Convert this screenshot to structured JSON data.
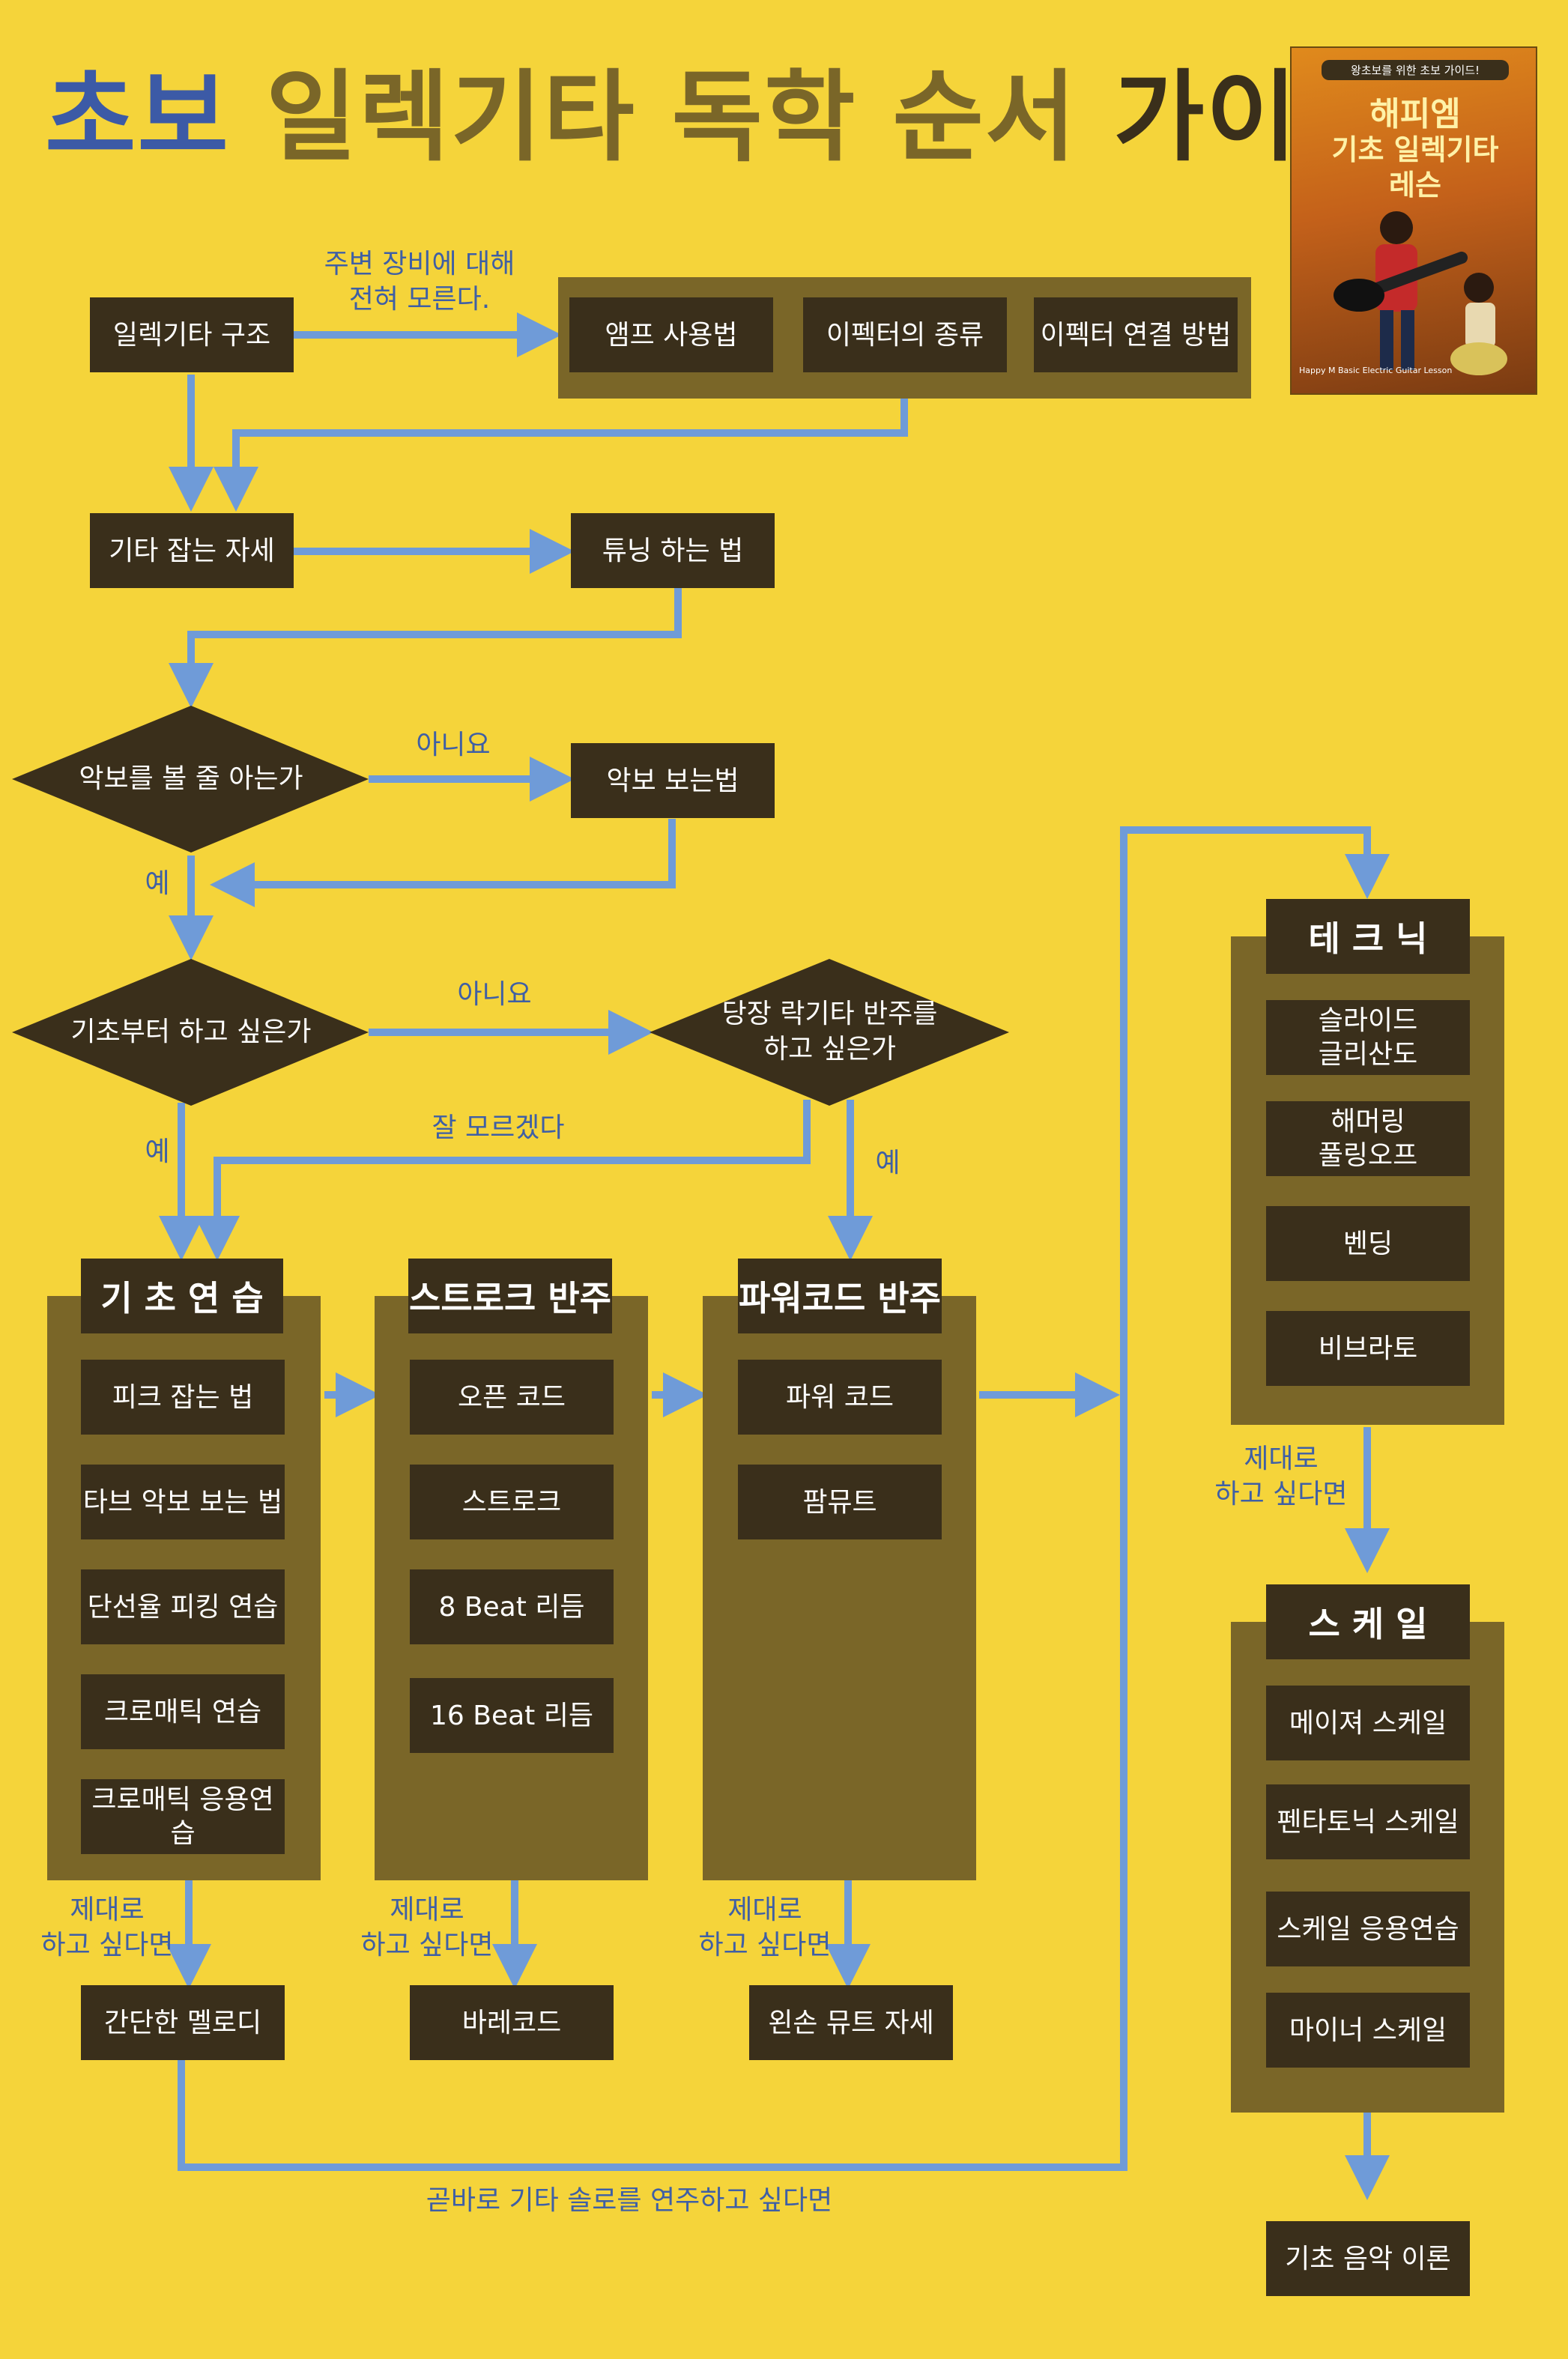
{
  "title": {
    "part1": "초보",
    "part2": "일렉기타 독학 순서",
    "part3": "가이드"
  },
  "cover": {
    "tagline": "왕초보를 위한 초보 가이드!",
    "title_line1": "해피엠",
    "title_line2": "기초 일렉기타",
    "title_line3": "레슨",
    "subtitle": "Happy M Basic Electric Guitar Lesson"
  },
  "colors": {
    "background": "#f5d43a",
    "node": "#3a2f1b",
    "panel": "#7a6628",
    "arrow": "#6f9bd8",
    "label": "#3f5fa5",
    "title_blue": "#3c5aa6"
  },
  "nodes": {
    "guitar_structure": "일렉기타 구조",
    "amp_usage": "앰프 사용법",
    "effector_types": "이펙터의 종류",
    "effector_connect": "이펙터 연결 방법",
    "holding_posture": "기타 잡는 자세",
    "tuning": "튜닝 하는 법",
    "read_tab_decision": "악보를 볼 줄 아는가",
    "how_to_read_tab": "악보 보는법",
    "basics_decision": "기초부터 하고 싶은가",
    "rock_decision": "당장 락기타 반주를\n하고 싶은가",
    "simple_melody": "간단한 멜로디",
    "barre_chord": "바레코드",
    "left_mute": "왼손 뮤트 자세",
    "music_theory": "기초 음악 이론"
  },
  "groups": {
    "basics": {
      "title": "기 초 연 습",
      "items": [
        "피크 잡는 법",
        "타브 악보 보는 법",
        "단선율 피킹 연습",
        "크로매틱 연습",
        "크로매틱 응용연습"
      ]
    },
    "stroke": {
      "title": "스트로크 반주",
      "items": [
        "오픈 코드",
        "스트로크",
        "8 Beat 리듬",
        "16 Beat 리듬"
      ]
    },
    "power": {
      "title": "파워코드 반주",
      "items": [
        "파워 코드",
        "팜뮤트"
      ]
    },
    "technique": {
      "title": "테 크 닉",
      "items": [
        "슬라이드\n글리산도",
        "해머링\n풀링오프",
        "벤딩",
        "비브라토"
      ]
    },
    "scale": {
      "title": "스 케 일",
      "items": [
        "메이져 스케일",
        "펜타토닉 스케일",
        "스케일 응용연습",
        "마이너 스케일"
      ]
    }
  },
  "labels": {
    "no_gear": "주변 장비에 대해\n전혀 모른다.",
    "no1": "아니요",
    "yes1": "예",
    "no2": "아니요",
    "yes2": "예",
    "yes3": "예",
    "not_sure": "잘 모르겠다",
    "done_basics": "제대로\n하고 싶다면",
    "done_stroke": "제대로\n하고 싶다면",
    "done_power": "제대로\n하고 싶다면",
    "done_technique": "제대로\n하고 싶다면",
    "solo_now": "곧바로 기타 솔로를 연주하고 싶다면"
  }
}
